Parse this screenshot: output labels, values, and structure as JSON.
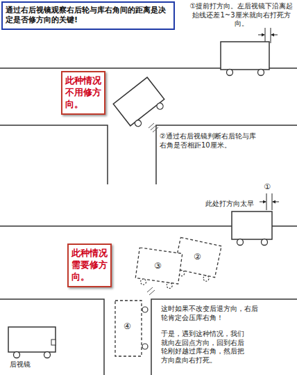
{
  "diagram": {
    "nodes": [
      {
        "text": [
          "通过右后视镜观察右后轮与库右角间的距离是决定是否修方向的关键!"
        ]
      },
      {
        "text": [
          "此种情况不用修方向。"
        ]
      },
      {
        "text": [
          "此种情况需要修方向。"
        ]
      }
    ],
    "labels": [
      "①提前打方向。左后视镜下沿离起始线还差1~3厘米就向右打死方向。",
      "②通过右后视镜判断右后轮与库右角是否相距10厘米。",
      "①",
      "此处打方向太早",
      "②",
      "③",
      "④",
      "这时如果不改变后退方向，右后轮肯定会压库右角！",
      "于是，遇到这种情况，我们就向左回点方向，回到右后轮刚好越过库右角，然后把方向盘向右打死。",
      "后视镜"
    ]
  }
}
